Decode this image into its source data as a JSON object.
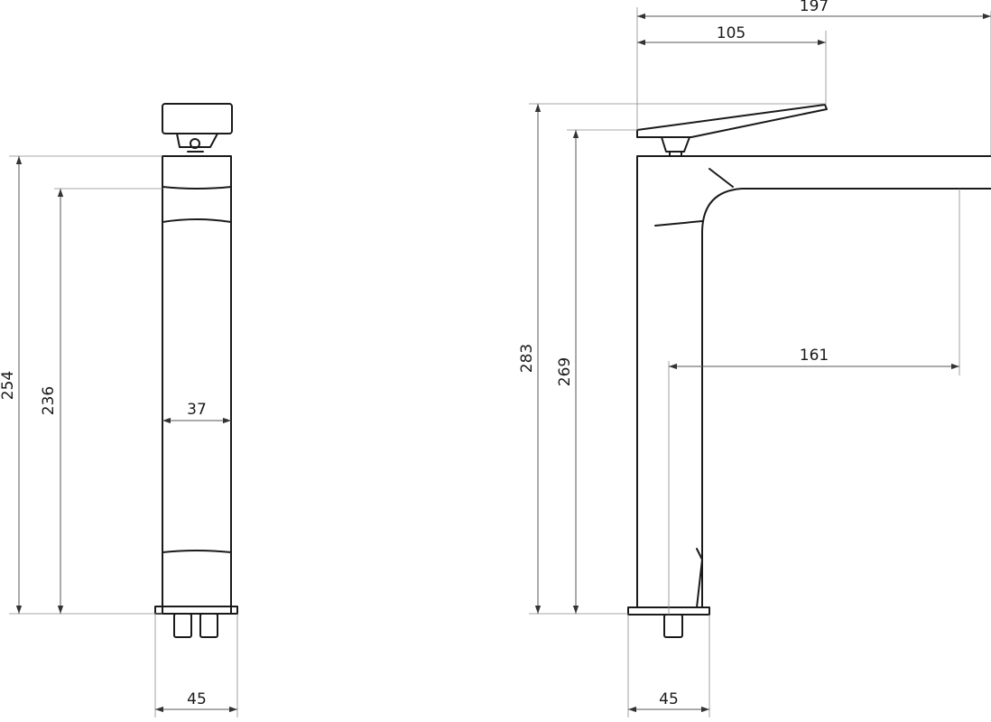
{
  "drawing": {
    "front_view": {
      "dims": {
        "total_height": "254",
        "spout_height": "236",
        "body_width": "37",
        "base_width": "45"
      }
    },
    "side_view": {
      "dims": {
        "overall_length": "197",
        "lever_length": "105",
        "total_height": "283",
        "spout_height": "269",
        "spout_reach": "161",
        "base_width": "45"
      }
    }
  }
}
